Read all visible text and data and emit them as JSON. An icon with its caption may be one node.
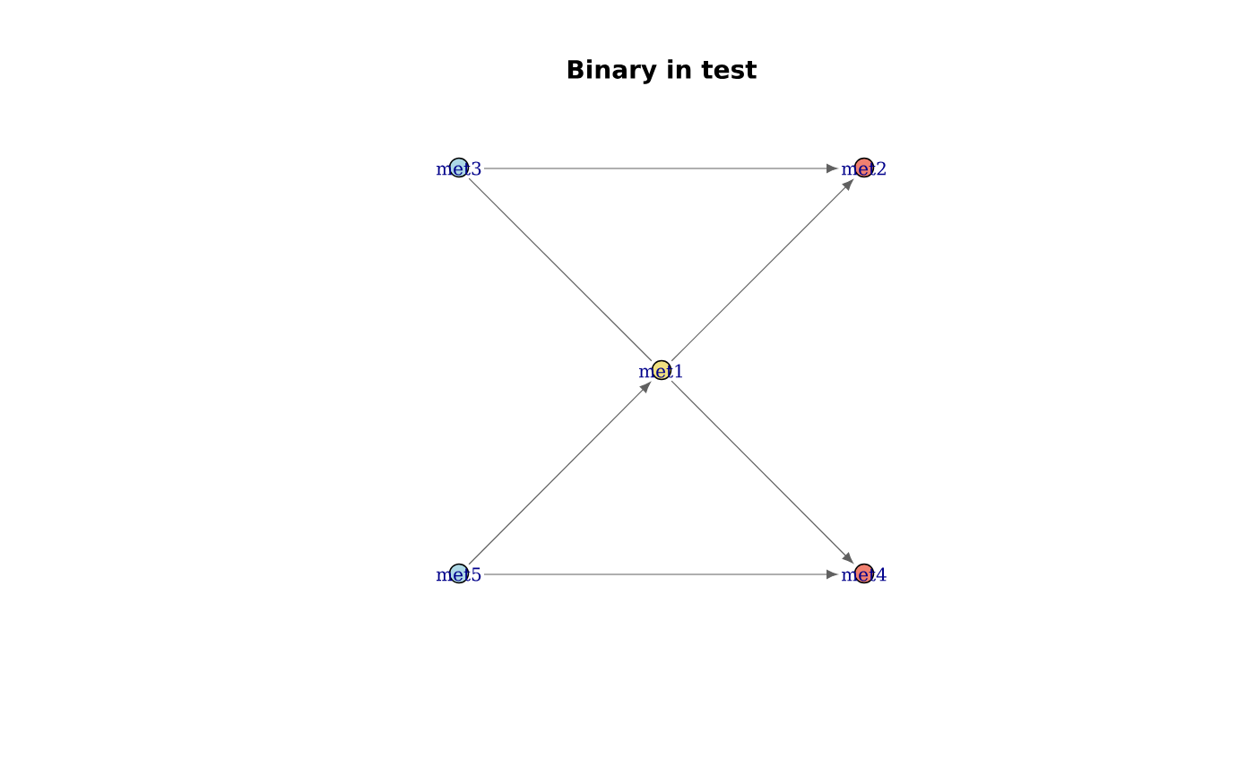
{
  "diagram": {
    "title": "Binary in test",
    "nodes": [
      {
        "text": [
          "met1"
        ]
      },
      {
        "text": [
          "met2"
        ]
      },
      {
        "text": [
          "met3"
        ]
      },
      {
        "text": [
          "met4"
        ]
      },
      {
        "text": [
          "met5"
        ]
      }
    ],
    "edges": [
      {
        "from": 0,
        "to": 1,
        "arrow": "to"
      },
      {
        "from": 0,
        "to": 3,
        "arrow": "to"
      },
      {
        "from": 4,
        "to": 0,
        "arrow": "to"
      },
      {
        "from": 2,
        "to": 0,
        "arrow": "none"
      },
      {
        "from": 2,
        "to": 1,
        "arrow": "to"
      },
      {
        "from": 4,
        "to": 3,
        "arrow": "to"
      }
    ]
  }
}
